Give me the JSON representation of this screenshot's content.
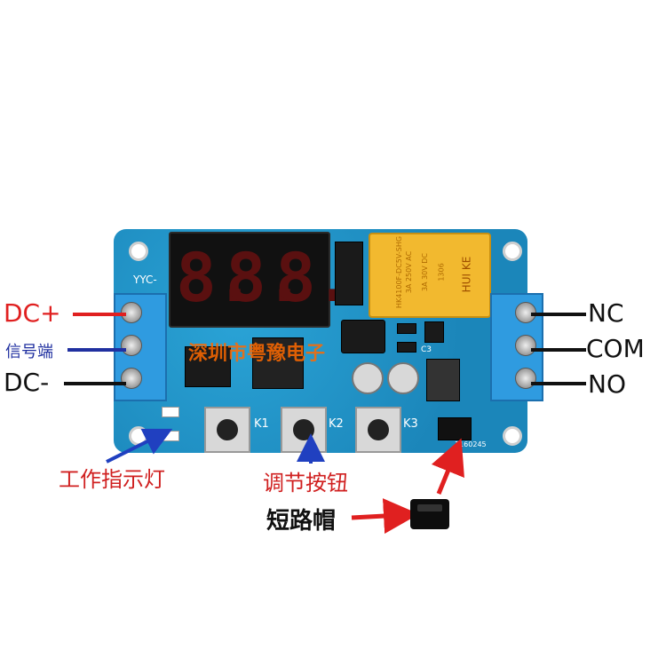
{
  "board": {
    "model_label": "YYC-",
    "watermark": "深圳市粤豫电子",
    "buttons": [
      "K1",
      "K2",
      "K3"
    ],
    "cap_label": "C3",
    "serial": "1160245",
    "display_digits": [
      "8.",
      "8.",
      "8."
    ],
    "relay_lines": [
      "HK4100F-DC5V-SHG",
      "3A 250V AC",
      "3A 30V DC",
      "1306",
      "HUI KE"
    ]
  },
  "left_labels": [
    {
      "text": "DC+",
      "color": "#e02020"
    },
    {
      "text": "信号端",
      "color": "#2030a0"
    },
    {
      "text": "DC-",
      "color": "#111111"
    }
  ],
  "right_labels": [
    {
      "text": "NC",
      "color": "#111111"
    },
    {
      "text": "COM",
      "color": "#111111"
    },
    {
      "text": "NO",
      "color": "#111111"
    }
  ],
  "callouts": {
    "indicator": "工作指示灯",
    "adjust_buttons": "调节按钮",
    "jumper_cap": "短路帽"
  },
  "colors": {
    "pcb": "#1f8fc4",
    "terminal": "#2f9be0",
    "relay": "#f2b92f",
    "red_text": "#e02020",
    "blue_text": "#2030a0",
    "blue_arrow": "#2040c0"
  }
}
